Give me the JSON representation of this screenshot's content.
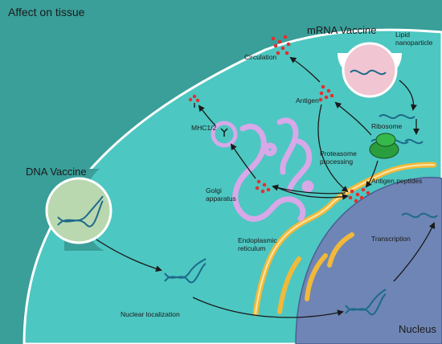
{
  "title": "Affect on tissue",
  "labels": {
    "mrna_vaccine": "mRNA Vaccine",
    "lipid_nanoparticle": "Lipid\nnanoparticle",
    "circulation": "Circulation",
    "antigen": "Antigen",
    "ribosome": "Ribosome",
    "proteasome_processing": "Proteasome\nprocessing",
    "antigen_peptides": "Antigen peptides",
    "mhc": "MHC1/2",
    "golgi": "Golgi\napparatus",
    "dna_vaccine": "DNA Vaccine",
    "endoplasmic_reticulum": "Endoplasmic\nreticulum",
    "transcription": "Transcription",
    "nuclear_localization": "Nuclear localization",
    "nucleus": "Nucleus"
  },
  "colors": {
    "tissue_bg": "#3a9e99",
    "cell": "#4dc7c2",
    "nucleus": "#6f85b5",
    "golgi": "#d8a8e8",
    "er": "#f1b93a",
    "lipid_nanoparticle": "#f2c5d2",
    "dna_vesicle": "#b9d8b0",
    "ribosome": "#2a9e3c",
    "antigen": "#e23030",
    "nucleic_acid": "#1e6a8a"
  }
}
